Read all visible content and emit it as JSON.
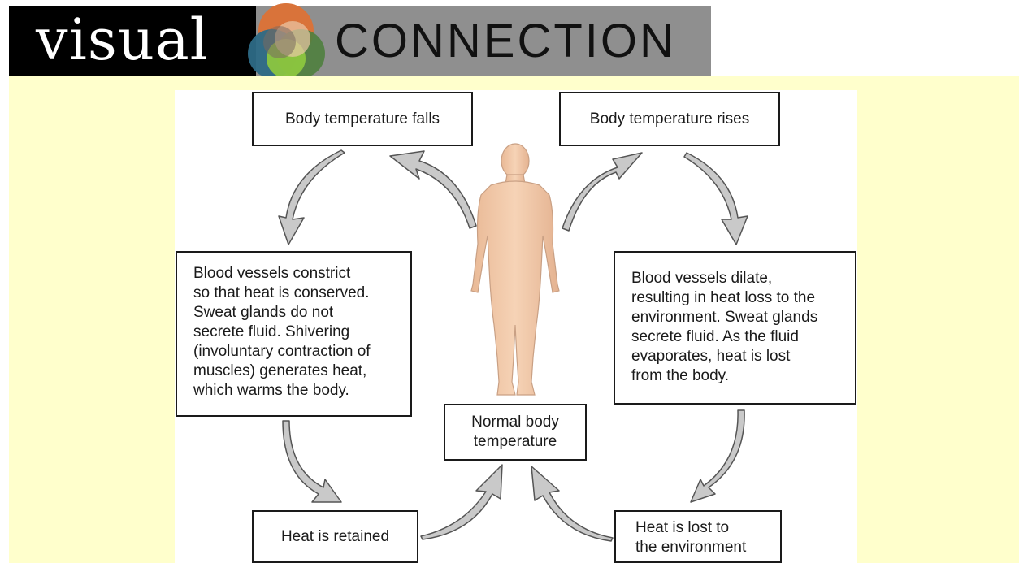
{
  "banner": {
    "word_visual": "visual",
    "word_connection": "CONNECTION",
    "colors": {
      "left_bg": "#000000",
      "right_bg": "#8f8f8f",
      "logo_orange": "#d9733a",
      "logo_blue": "#2d6a86",
      "logo_green": "#8cc63f",
      "logo_tan": "#e9c9a8"
    }
  },
  "colors": {
    "panel_bg": "#ffffcc",
    "box_border": "#1a1a1a",
    "arrow_fill": "#c9c9c9",
    "body_fill": "#f0c8a8",
    "body_stroke": "#c9a084"
  },
  "diagram": {
    "falls": "Body temperature falls",
    "rises": "Body temperature rises",
    "left_response": [
      "Blood vessels constrict",
      "so that heat is conserved.",
      "Sweat glands do not",
      "secrete fluid. Shivering",
      "(involuntary contraction of",
      "muscles) generates heat,",
      "which warms the body."
    ],
    "right_response": [
      "Blood vessels dilate,",
      "resulting in heat loss to the",
      "environment. Sweat glands",
      "secrete fluid. As the fluid",
      "evaporates, heat is lost",
      "from the body."
    ],
    "normal": [
      "Normal body",
      "temperature"
    ],
    "retained": "Heat is retained",
    "lost": [
      "Heat is lost to",
      "the environment"
    ]
  }
}
